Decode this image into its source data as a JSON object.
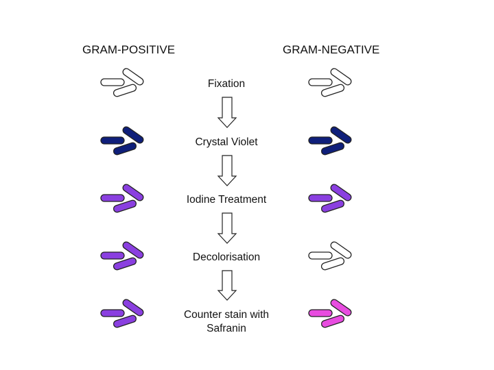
{
  "headers": {
    "gram_positive": "GRAM-POSITIVE",
    "gram_negative": "GRAM-NEGATIVE"
  },
  "steps": [
    {
      "label": "Fixation",
      "positive_color": "#ffffff",
      "negative_color": "#ffffff"
    },
    {
      "label": "Crystal Violet",
      "positive_color": "#0f1f7a",
      "negative_color": "#0f1f7a"
    },
    {
      "label": "Iodine Treatment",
      "positive_color": "#8a3fe0",
      "negative_color": "#8a3fe0"
    },
    {
      "label": "Decolorisation",
      "positive_color": "#8a3fe0",
      "negative_color": "#ffffff"
    },
    {
      "label": "Counter stain with\nSafranin",
      "positive_color": "#8a3fe0",
      "negative_color": "#e84ce0"
    }
  ],
  "colors": {
    "outline": "#222222",
    "arrow_fill": "#ffffff"
  },
  "icons": {
    "bacteria": "rod-shaped-bacteria-icon",
    "arrow": "down-arrow-icon"
  }
}
